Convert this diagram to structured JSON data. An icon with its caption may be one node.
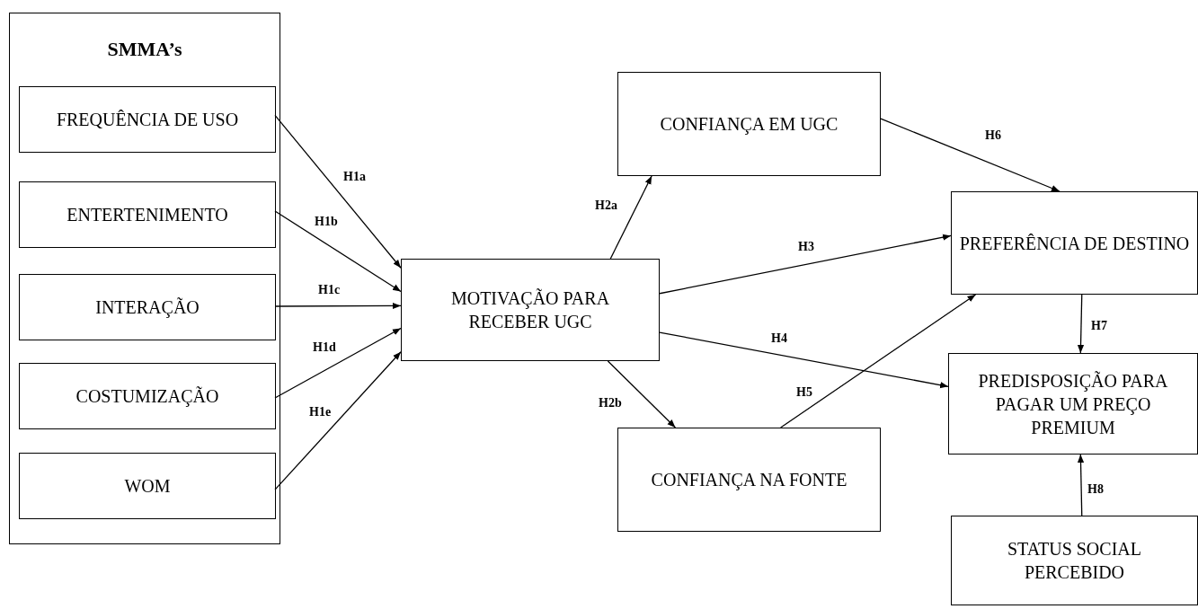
{
  "diagram": {
    "nodes": [
      {
        "text": [
          "SMMA’s"
        ]
      },
      {
        "text": [
          "FREQUÊNCIA DE USO"
        ],
        "in": 0
      },
      {
        "text": [
          "ENTERTENIMENTO"
        ],
        "in": 0
      },
      {
        "text": [
          "INTERAÇÃO"
        ],
        "in": 0
      },
      {
        "text": [
          "COSTUMIZAÇÃO"
        ],
        "in": 0
      },
      {
        "text": [
          "WOM"
        ],
        "in": 0
      },
      {
        "text": [
          "MOTIVAÇÃO PARA RECEBER UGC"
        ]
      },
      {
        "text": [
          "CONFIANÇA EM UGC"
        ]
      },
      {
        "text": [
          "CONFIANÇA NA FONTE"
        ]
      },
      {
        "text": [
          "PREFERÊNCIA DE DESTINO"
        ]
      },
      {
        "text": [
          "PREDISPOSIÇÃO PARA PAGAR UM PREÇO PREMIUM"
        ]
      },
      {
        "text": [
          "STATUS SOCIAL PERCEBIDO"
        ]
      }
    ],
    "edges": [
      {
        "from": 1,
        "to": 6,
        "arrow": "to",
        "label": "H1a"
      },
      {
        "from": 2,
        "to": 6,
        "arrow": "to",
        "label": "H1b"
      },
      {
        "from": 3,
        "to": 6,
        "arrow": "to",
        "label": "H1c"
      },
      {
        "from": 4,
        "to": 6,
        "arrow": "to",
        "label": "H1d"
      },
      {
        "from": 5,
        "to": 6,
        "arrow": "to",
        "label": "H1e"
      },
      {
        "from": 6,
        "to": 7,
        "arrow": "to",
        "label": "H2a"
      },
      {
        "from": 6,
        "to": 8,
        "arrow": "to",
        "label": "H2b"
      },
      {
        "from": 6,
        "to": 9,
        "arrow": "to",
        "label": "H3"
      },
      {
        "from": 6,
        "to": 10,
        "arrow": "to",
        "label": "H4"
      },
      {
        "from": 8,
        "to": 9,
        "arrow": "to",
        "label": "H5"
      },
      {
        "from": 7,
        "to": 9,
        "arrow": "to",
        "label": "H6"
      },
      {
        "from": 9,
        "to": 10,
        "arrow": "to",
        "label": "H7"
      },
      {
        "from": 11,
        "to": 10,
        "arrow": "to",
        "label": "H8"
      }
    ]
  }
}
